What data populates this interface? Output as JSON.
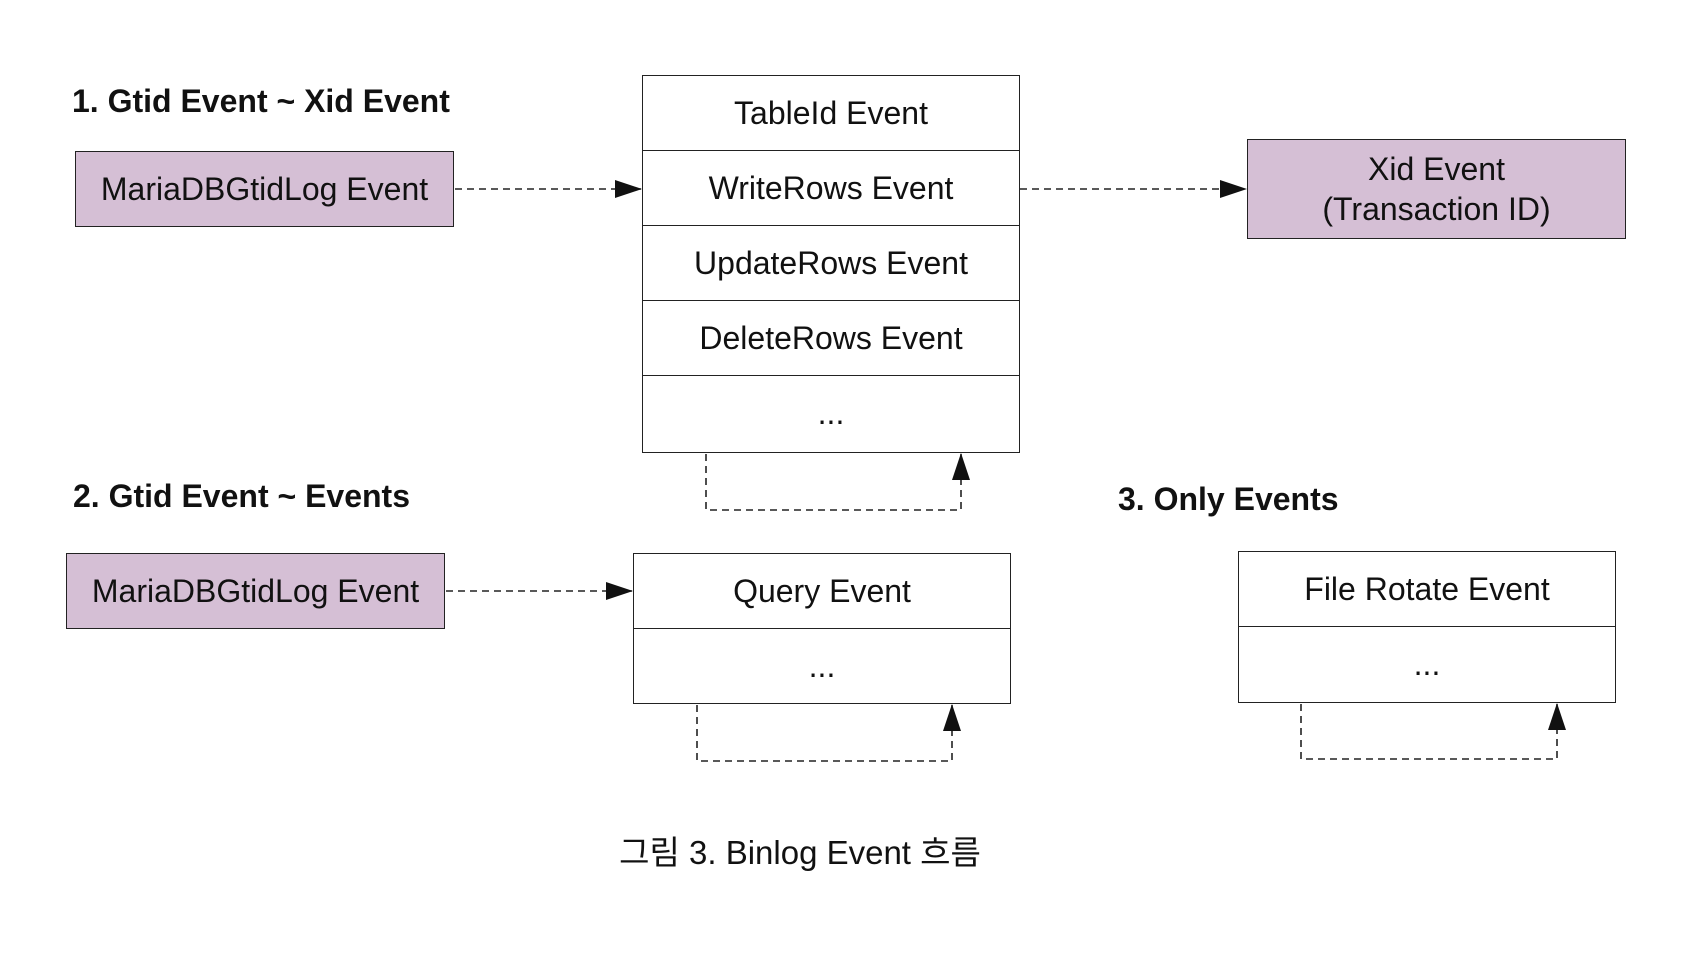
{
  "colors": {
    "purple_fill": "#d5bfd5",
    "border": "#222222",
    "text": "#111111"
  },
  "section1": {
    "heading": "1. Gtid Event ~ Xid Event",
    "gtid_box": "MariaDBGtidLog Event",
    "stack": [
      "TableId Event",
      "WriteRows Event",
      "UpdateRows Event",
      "DeleteRows Event",
      "..."
    ],
    "xid_box_line1": "Xid Event",
    "xid_box_line2": "(Transaction ID)"
  },
  "section2": {
    "heading": "2. Gtid Event ~ Events",
    "gtid_box": "MariaDBGtidLog Event",
    "stack": [
      "Query Event",
      "..."
    ]
  },
  "section3": {
    "heading": "3. Only Events",
    "stack": [
      "File Rotate Event",
      "..."
    ]
  },
  "caption": "그림 3. Binlog Event 흐름"
}
